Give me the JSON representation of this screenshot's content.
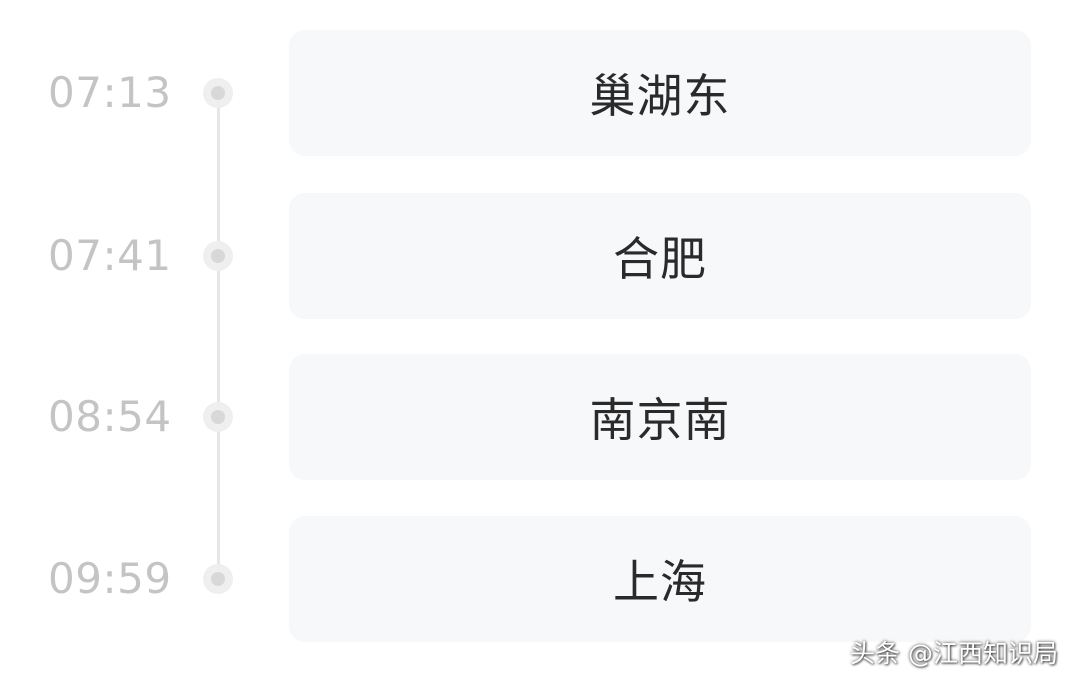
{
  "stops": [
    {
      "time": "07:13",
      "station": "巢湖东"
    },
    {
      "time": "07:41",
      "station": "合肥"
    },
    {
      "time": "08:54",
      "station": "南京南"
    },
    {
      "time": "09:59",
      "station": "上海"
    }
  ],
  "watermark": "头条 @江西知识局",
  "colors": {
    "time_text": "#c4c4c4",
    "station_text": "#2a2a2a",
    "card_background": "#f7f8fa",
    "timeline": "#e6e6e6",
    "dot": "#d8d8d8"
  }
}
